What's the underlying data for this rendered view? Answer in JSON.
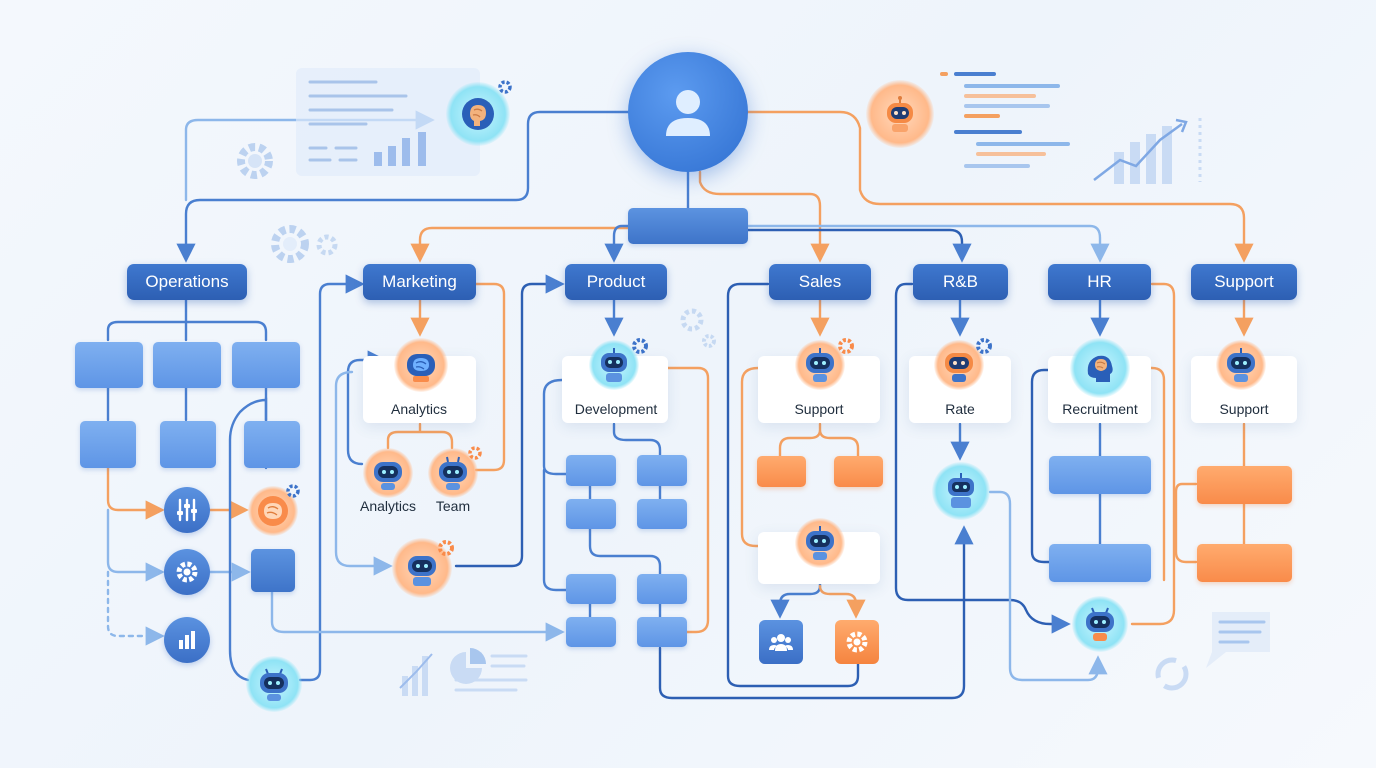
{
  "departments": {
    "operations": "Operations",
    "marketing": "Marketing",
    "product": "Product",
    "sales": "Sales",
    "rnb": "R&B",
    "hr": "HR",
    "support": "Support"
  },
  "agents": {
    "marketing_analytics": "Analytics",
    "marketing_sub_analytics": "Analytics",
    "marketing_sub_team": "Team",
    "product_development": "Development",
    "sales_support": "Support",
    "rnb_rate": "Rate",
    "hr_recruitment": "Recruitment",
    "support_support": "Support"
  },
  "icons": {
    "root": "user-icon",
    "operations_tools": [
      "sliders-icon",
      "gear-icon",
      "bar-chart-icon"
    ],
    "sales_outputs": [
      "team-icon",
      "gear-icon"
    ],
    "agent": "robot-icon",
    "brain": "brain-icon"
  },
  "colors": {
    "primary": "#2d5fb3",
    "block_blue": "#6a9fe9",
    "accent_orange": "#f98b4a",
    "line_blue": "#4a7fd0",
    "line_light_blue": "#8db7ea",
    "line_orange": "#f4a060"
  }
}
